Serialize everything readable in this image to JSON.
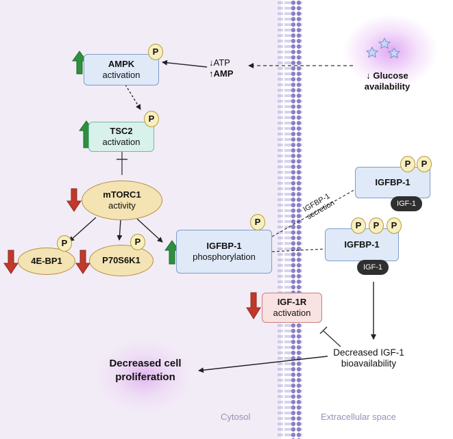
{
  "nodes": {
    "ampk": {
      "name": "AMPK",
      "state": "activation"
    },
    "tsc2": {
      "name": "TSC2",
      "state": "activation"
    },
    "mtorc1": {
      "name": "mTORC1",
      "state": "activity"
    },
    "ebp1": {
      "name": "4E-BP1"
    },
    "p70s6k1": {
      "name": "P70S6K1"
    },
    "igfbp_center": {
      "name": "IGFBP-1",
      "state": "phosphorylation"
    },
    "igfbp_top": {
      "name": "IGFBP-1",
      "bound": "IGF-1"
    },
    "igfbp_mid": {
      "name": "IGFBP-1",
      "bound": "IGF-1"
    },
    "igf1r": {
      "name": "IGF-1R",
      "state": "activation"
    }
  },
  "phospho_label": "P",
  "labels": {
    "atp": "↓ATP",
    "amp": "↑AMP",
    "glucose": "↓ Glucose availability",
    "secretion": "IGFBP-1 secretion",
    "decreased_igf1": "Decreased IGF-1 bioavailability",
    "decreased_prolif": "Decreased cell proliferation"
  },
  "regions": {
    "cytosol": "Cytosol",
    "extracellular": "Extracellular space"
  },
  "colors": {
    "up_arrow": "#2f8f3e",
    "down_arrow": "#c0392b",
    "membrane": "#8c7fc6",
    "cytosol_bg": "#f2ecf6"
  },
  "indicators": {
    "ampk": "up",
    "tsc2": "up",
    "mtorc1": "down",
    "ebp1": "down",
    "p70s6k1": "down",
    "igfbp_center": "up",
    "igf1r": "down"
  }
}
